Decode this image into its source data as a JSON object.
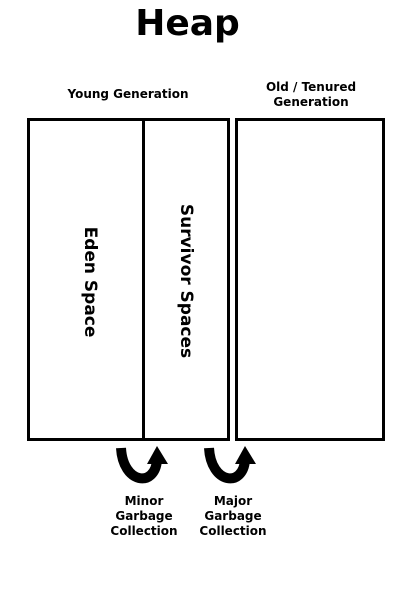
{
  "title": "Heap",
  "young_generation": {
    "label": "Young Generation",
    "eden": "Eden Space",
    "survivor": "Survivor Spaces"
  },
  "old_generation": {
    "label_lines": [
      "Old / Tenured",
      "Generation"
    ]
  },
  "minor_gc": {
    "lines": [
      "Minor",
      "Garbage",
      "Collection"
    ],
    "icon": "curved-arrow-icon"
  },
  "major_gc": {
    "lines": [
      "Major",
      "Garbage",
      "Collection"
    ],
    "icon": "curved-arrow-icon"
  },
  "colors": {
    "stroke": "#000000",
    "background": "#ffffff"
  }
}
